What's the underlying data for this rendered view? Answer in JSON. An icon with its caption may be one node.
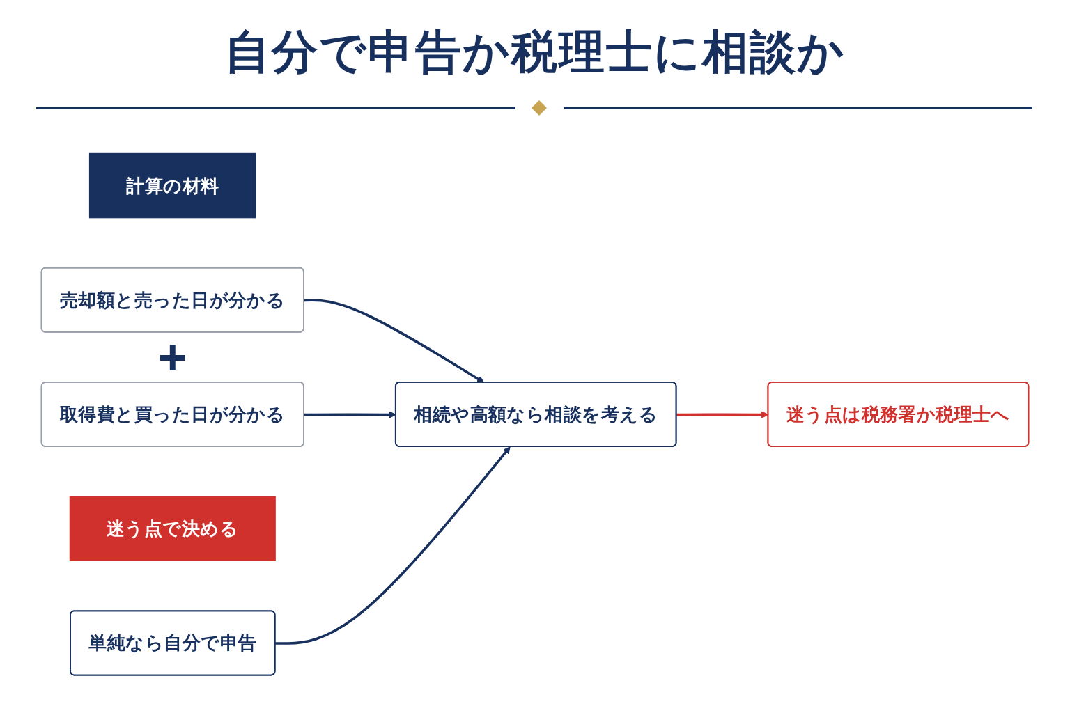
{
  "diagram": {
    "title": "自分で申告か税理士に相談か",
    "nodes": [
      {
        "text": [
          "計算の材料"
        ]
      },
      {
        "text": [
          "売却額と売った日が分かる"
        ]
      },
      {
        "text": [
          "取得費と買った日が分かる"
        ]
      },
      {
        "text": [
          "迷う点で決める"
        ]
      },
      {
        "text": [
          "単純なら自分で申告"
        ]
      },
      {
        "text": [
          "相続や高額なら相談を考える"
        ]
      },
      {
        "text": [
          "迷う点は税務署か税理士へ"
        ]
      }
    ],
    "edges": [
      {
        "from": 1,
        "to": 5,
        "arrow": "to"
      },
      {
        "from": 2,
        "to": 5,
        "arrow": "to"
      },
      {
        "from": 4,
        "to": 5,
        "arrow": "to"
      },
      {
        "from": 5,
        "to": 6,
        "arrow": "to",
        "color": "#d0312d"
      }
    ],
    "labels": [
      "+"
    ]
  }
}
